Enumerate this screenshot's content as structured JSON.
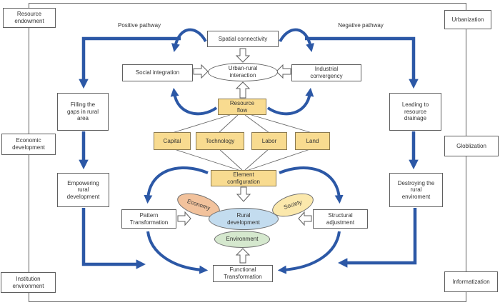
{
  "figure": {
    "pathway_labels": {
      "positive": "Positive pathway",
      "negative": "Negative pathway"
    },
    "external": {
      "left": [
        {
          "label": "Resource\nendowment"
        },
        {
          "label": "Economic\ndevelopment"
        },
        {
          "label": "Institution\nenvironment"
        }
      ],
      "right": [
        {
          "label": "Urbanization"
        },
        {
          "label": "Globlization"
        },
        {
          "label": "Informatization"
        }
      ]
    },
    "positive_chain": [
      {
        "label": "Filling the\ngaps in rural\narea"
      },
      {
        "label": "Empowering\nrural\ndevelopment"
      }
    ],
    "negative_chain": [
      {
        "label": "Leading to\nresource\ndrainage"
      },
      {
        "label": "Destroying the\nrural\nenviroment"
      }
    ],
    "top_cycle": {
      "spatial_connectivity": "Spatial connectivity",
      "social_integration": "Social integration",
      "industrial_convergency": "Industrial\nconvergency",
      "urban_rural_interaction": "Urban-rural\ninteraction",
      "resource_flow": "Resource\nflow"
    },
    "factors": [
      "Capital",
      "Technology",
      "Labor",
      "Land"
    ],
    "element_configuration": "Element\nconfiguration",
    "bottom_cycle": {
      "pattern_transformation": "Pattern\nTransformation",
      "structural_adjustment": "Structural\nadjustment",
      "functional_transformation": "Functional\nTransformation",
      "economy": "Economy",
      "society": "Society",
      "environment": "Environment",
      "rural_development": "Rural\ndevelopment"
    },
    "colors": {
      "arrow_blue": "#2C58A6",
      "box_yellow": "#F8DB90",
      "yellow_border": "#8a7950",
      "economy_fill": "#F2C29C",
      "society_fill": "#FBE8AC",
      "rural_development_fill": "#C3DCEF",
      "environment_fill": "#D5E8CE",
      "line_gray": "#5f5f5f"
    }
  }
}
